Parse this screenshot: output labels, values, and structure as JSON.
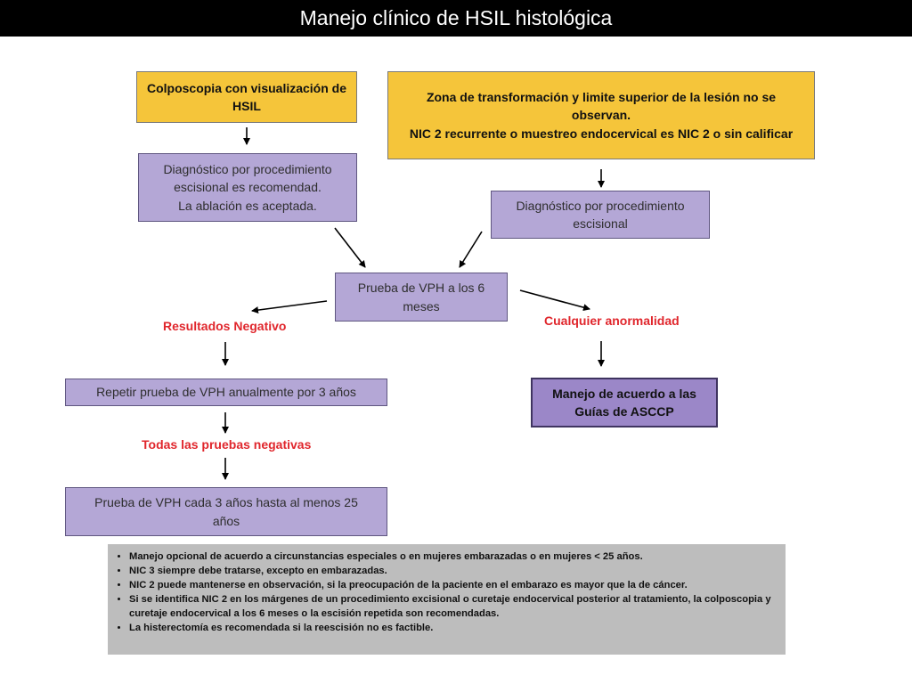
{
  "title": "Manejo clínico de HSIL histológica",
  "boxes": {
    "colposcopia": "Colposcopia con visualización de\nHSIL",
    "zona": "Zona de transformación y  limite superior de la lesión no se\nobservan.\nNIC 2 recurrente o muestreo endocervical es NIC 2 o sin calificar",
    "diag_left": "Diagnóstico por procedimiento\nescisional es recomendad.\nLa ablación es aceptada.",
    "diag_right": "Diagnóstico por procedimiento\nescisional",
    "prueba_vph": "Prueba de VPH a los 6\nmeses",
    "repetir": "Repetir prueba de VPH anualmente por 3 años",
    "manejo": "Manejo de acuerdo a las\nGuías de ASCCP",
    "cada3": "Prueba de VPH cada 3 años hasta al menos 25\naños"
  },
  "labels": {
    "negativo": "Resultados Negativo",
    "anormalidad": "Cualquier anormalidad",
    "todas": "Todas las pruebas negativas"
  },
  "notes": [
    "Manejo opcional de acuerdo a  circunstancias especiales o en mujeres embarazadas o en mujeres < 25 años.",
    "NIC 3 siempre debe tratarse, excepto en embarazadas.",
    "NIC 2 puede mantenerse en observación, si la preocupación de la paciente en el embarazo es mayor que la de cáncer.",
    "Si se identifica NIC 2 en los márgenes de un procedimiento excisional o curetaje endocervical posterior al tratamiento, la colposcopia y curetaje endocervical a los 6 meses o la escisión repetida son recomendadas.",
    "La histerectomía es recomendada si la reescisión no es factible."
  ],
  "colors": {
    "yellow": "#f5c53a",
    "purple": "#b4a7d6",
    "purple_dark": "#9b87c8",
    "red": "#e0262c",
    "notes_bg": "#bdbdbd"
  }
}
